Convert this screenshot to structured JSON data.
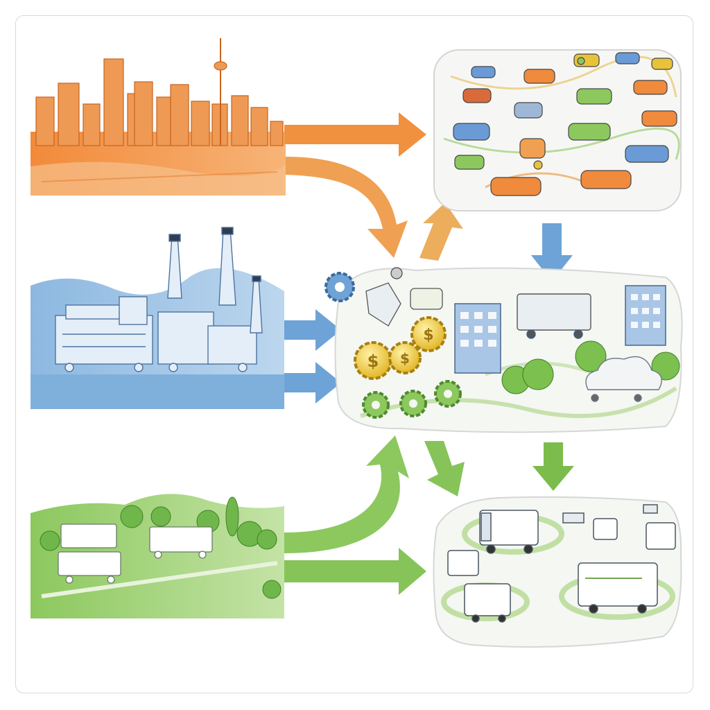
{
  "diagram": {
    "sources": [
      {
        "id": "city",
        "icon": "city-skyline-icon",
        "color": "#f08c3c"
      },
      {
        "id": "industry",
        "icon": "factory-icon",
        "color": "#6fa3d6"
      },
      {
        "id": "green-park",
        "icon": "green-park-icon",
        "color": "#7cc04f"
      }
    ],
    "hubs": [
      {
        "id": "traffic",
        "icon": "cars-icon"
      },
      {
        "id": "economy",
        "icon": "gears-coins-icon"
      },
      {
        "id": "logistics",
        "icon": "delivery-vans-icon"
      }
    ],
    "colors": {
      "orange": "#f08c3c",
      "blue": "#6fa3d6",
      "green": "#7cc04f",
      "gold": "#e8c33a"
    }
  }
}
